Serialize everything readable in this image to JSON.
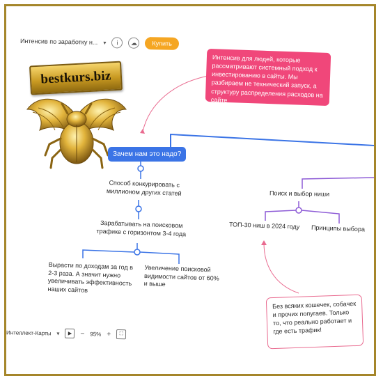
{
  "header": {
    "doc_title": "Интенсив по заработку н...",
    "buy_label": "Купить"
  },
  "logo": {
    "text": "bestkurs.biz"
  },
  "mindmap": {
    "callout_intro": "Интенсив для людей, которые рассматривают системный подход к инвестированию в сайты. Мы разбираем не технический запуск, а структуру распределения расходов на сайте",
    "question": "Зачем нам это надо?",
    "compete": "Способ конкурировать с миллионом других статей",
    "earn": "Зарабатывать на поисковом трафике с горизонтом 3-4 года",
    "growth": "Вырасти по доходам за год в 2-3 раза. А значит нужно увеличивать эффективность наших сайтов",
    "visibility": "Увеличение поисковой видимости сайтов от 60% и выше",
    "niche_search": "Поиск и выбор ниши",
    "top30": "ТОП-30 ниш в 2024 году",
    "principles": "Принципы выбора",
    "note": "Без всяких кошечек, собачек и прочих попугаев. Только то, что реально работает и где есть трафик!"
  },
  "footer": {
    "map_type": "Интеллект-Карты",
    "zoom_minus": "−",
    "zoom_level": "95%",
    "zoom_plus": "+"
  },
  "colors": {
    "frame": "#a5862a",
    "callout": "#f0477a",
    "question": "#3b74e6",
    "branch_blue": "#3b74e6",
    "branch_purple": "#8d5bd6",
    "buy": "#f5a623"
  }
}
